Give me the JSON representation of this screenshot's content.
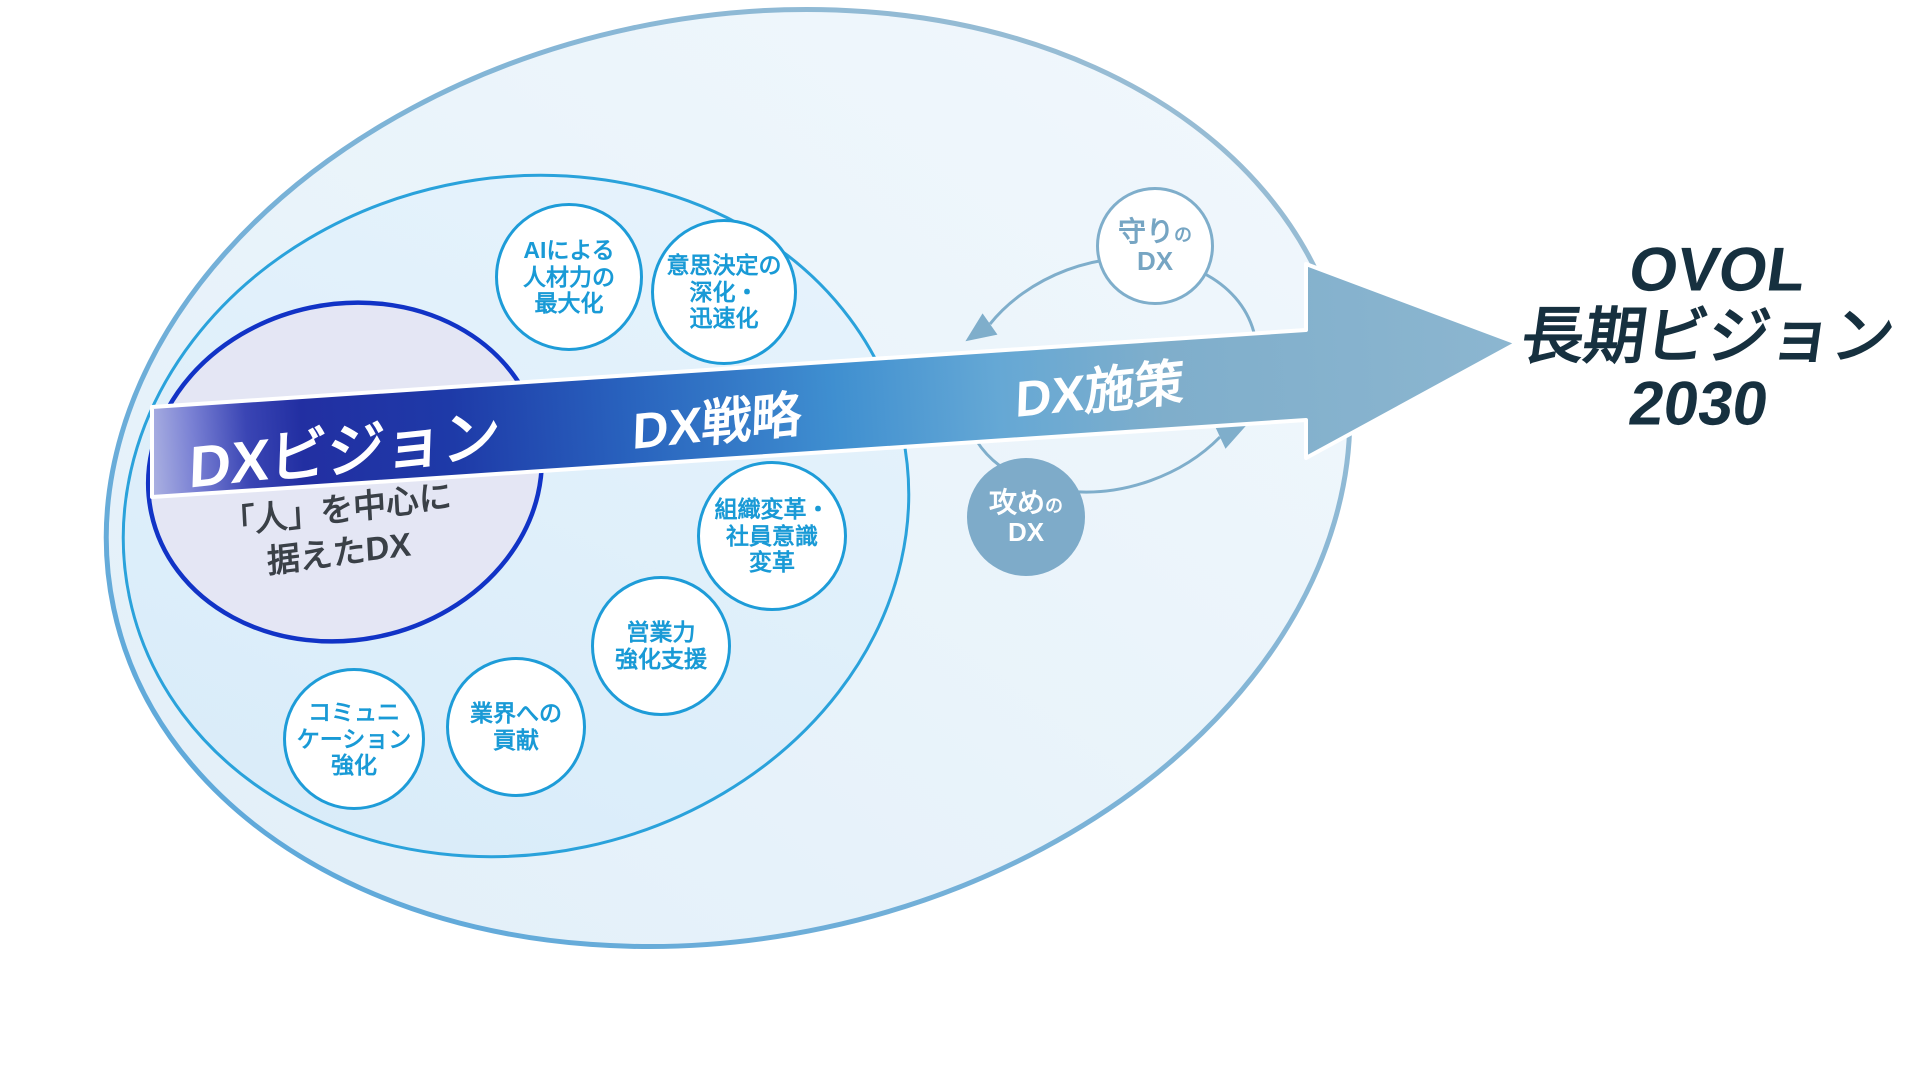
{
  "diagram": {
    "band": {
      "vision_label": "DXビジョン",
      "strategy_label": "DX戦略",
      "measures_label": "DX施策"
    },
    "vision_note": {
      "line1": "「人」を中心に",
      "line2": "据えたDX"
    },
    "goal": {
      "line1": "OVOL",
      "line2": "長期ビジョン",
      "line3": "2030"
    },
    "topics": [
      {
        "line1": "AIによる",
        "line2": "人材力の",
        "line3": "最大化"
      },
      {
        "line1": "意思決定の",
        "line2": "深化・",
        "line3": "迅速化"
      },
      {
        "line1": "組織変革・",
        "line2": "社員意識",
        "line3": "変革"
      },
      {
        "line1": "営業力",
        "line2": "強化支援",
        "line3": ""
      },
      {
        "line1": "コミュニ",
        "line2": "ケーション",
        "line3": "強化"
      },
      {
        "line1": "業界への",
        "line2": "貢献",
        "line3": ""
      }
    ],
    "cycle": {
      "defense": {
        "main": "守り",
        "particle": "の",
        "sub": "DX"
      },
      "offense": {
        "main": "攻め",
        "particle": "の",
        "sub": "DX"
      }
    },
    "colors": {
      "band_start_navy": "#222FA2",
      "band_mid_blue": "#3F8FD0",
      "band_end_steel": "#8CB6D0",
      "topic_accent": "#1E9CD8",
      "vision_ellipse_border": "#1133C6",
      "cycle_accent": "#7FAECB",
      "goal_text": "#16303F"
    }
  }
}
